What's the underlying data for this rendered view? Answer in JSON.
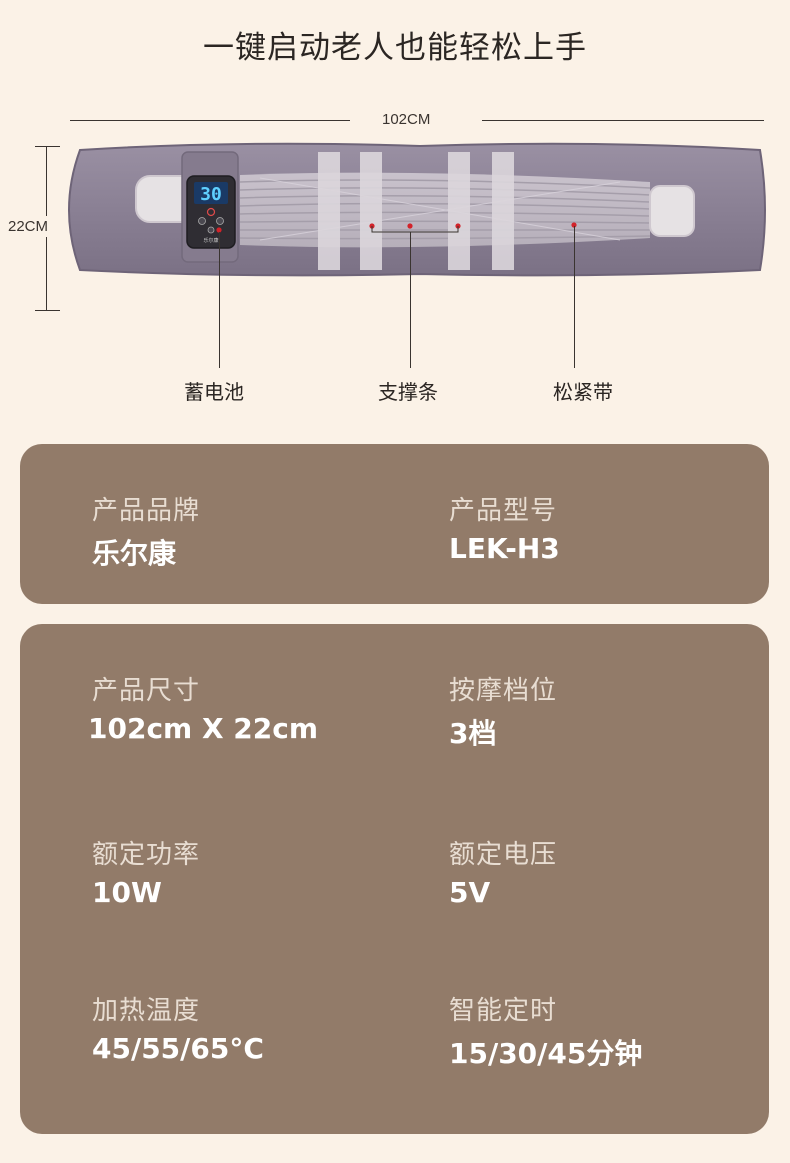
{
  "headline": "一键启动老人也能轻松上手",
  "dimensions": {
    "width_label": "102CM",
    "height_label": "22CM"
  },
  "device": {
    "display_value": "30",
    "brand_mark": "乐尔康"
  },
  "callouts": {
    "battery": "蓄电池",
    "support_strip": "支撑条",
    "elastic_band": "松紧带"
  },
  "colors": {
    "background": "#fbf2e7",
    "card": "#927b69",
    "belt": "#8c8296",
    "dot": "#d2232a"
  },
  "specs_card_1": {
    "brand": {
      "label": "产品品牌",
      "value": "乐尔康"
    },
    "model": {
      "label": "产品型号",
      "value": "LEK-H3"
    }
  },
  "specs_card_2": {
    "size": {
      "label": "产品尺寸",
      "value": "102cm X 22cm"
    },
    "massage_levels": {
      "label": "按摩档位",
      "value": "3档"
    },
    "rated_power": {
      "label": "额定功率",
      "value": "10W"
    },
    "rated_voltage": {
      "label": "额定电压",
      "value": "5V"
    },
    "heat_temp": {
      "label": "加热温度",
      "value": "45/55/65°C"
    },
    "timer": {
      "label": "智能定时",
      "value": "15/30/45分钟"
    }
  }
}
